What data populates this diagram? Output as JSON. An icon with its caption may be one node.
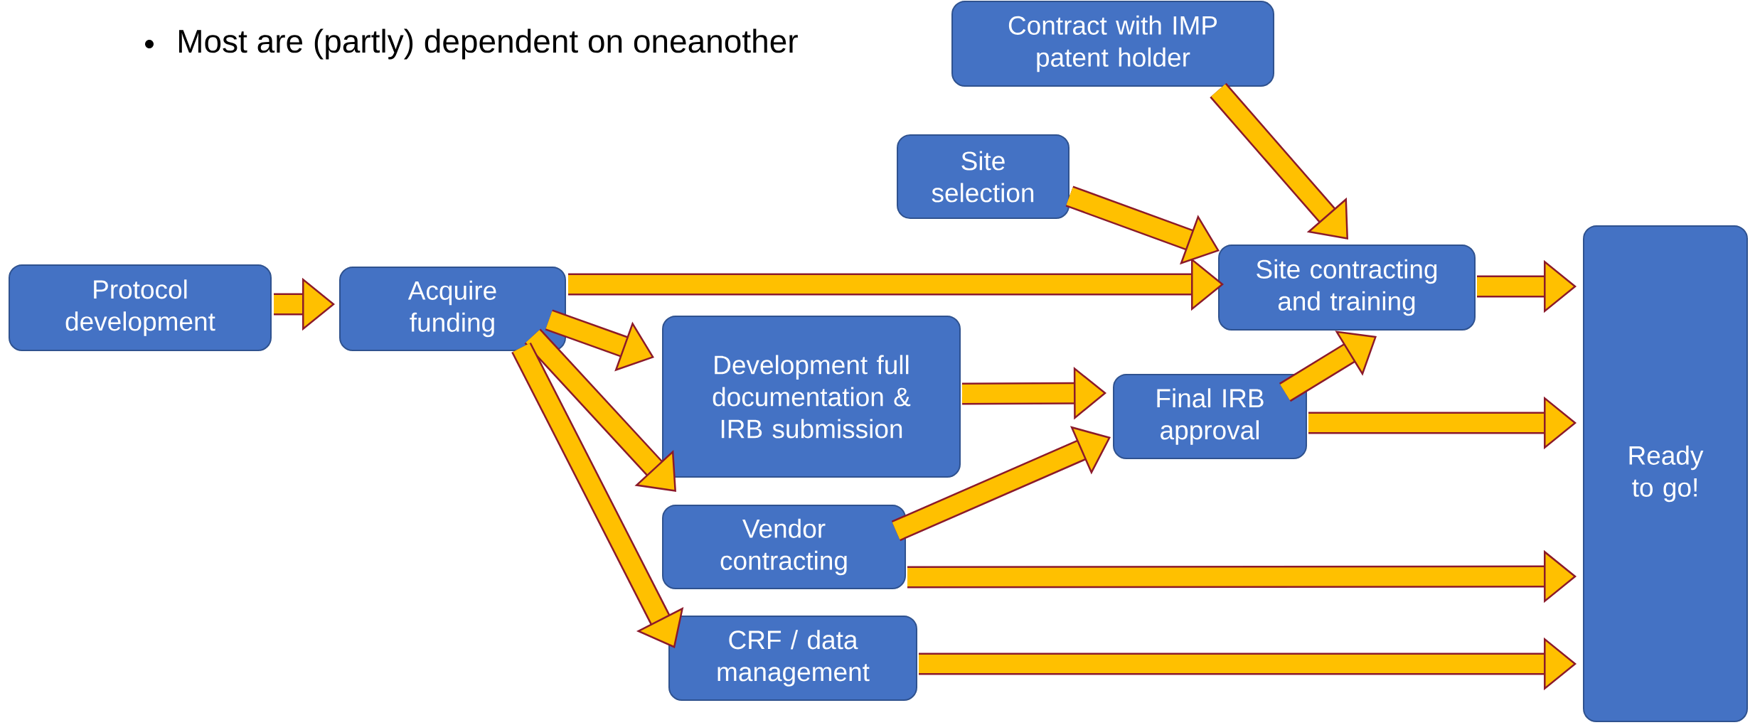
{
  "diagram": {
    "nodes": [
      {
        "text": [
          "Protocol development"
        ]
      },
      {
        "text": [
          "Acquire funding"
        ]
      },
      {
        "text": [
          "Contract with IMP patent holder"
        ]
      },
      {
        "text": [
          "Site selection"
        ]
      },
      {
        "text": [
          "Site contracting and training"
        ]
      },
      {
        "text": [
          "Development full documentation & IRB submission"
        ]
      },
      {
        "text": [
          "Final IRB approval"
        ]
      },
      {
        "text": [
          "Vendor contracting"
        ]
      },
      {
        "text": [
          "CRF / data management"
        ]
      },
      {
        "text": [
          "Ready to go!"
        ]
      }
    ],
    "edges": [
      {
        "from": 0,
        "to": 1,
        "arrow": "to"
      },
      {
        "from": 1,
        "to": 4,
        "arrow": "to"
      },
      {
        "from": 1,
        "to": 5,
        "arrow": "to"
      },
      {
        "from": 1,
        "to": 7,
        "arrow": "to"
      },
      {
        "from": 1,
        "to": 8,
        "arrow": "to"
      },
      {
        "from": 3,
        "to": 4,
        "arrow": "to"
      },
      {
        "from": 2,
        "to": 4,
        "arrow": "to"
      },
      {
        "from": 5,
        "to": 6,
        "arrow": "to"
      },
      {
        "from": 7,
        "to": 6,
        "arrow": "to"
      },
      {
        "from": 6,
        "to": 4,
        "arrow": "to"
      },
      {
        "from": 4,
        "to": 9,
        "arrow": "to"
      },
      {
        "from": 6,
        "to": 9,
        "arrow": "to"
      },
      {
        "from": 7,
        "to": 9,
        "arrow": "to"
      },
      {
        "from": 8,
        "to": 9,
        "arrow": "to"
      }
    ],
    "labels": [
      "Most are (partly) dependent on oneanother"
    ]
  }
}
